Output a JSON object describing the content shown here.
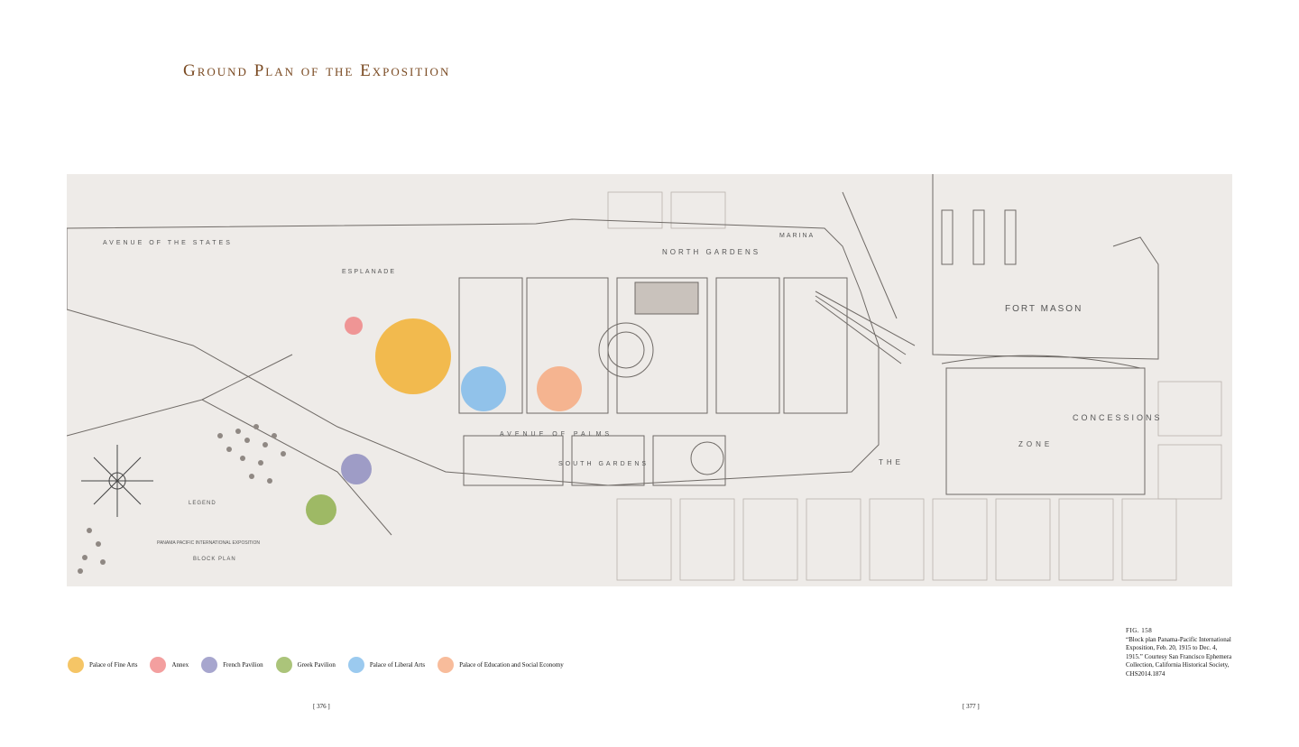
{
  "title": "Ground Plan of the Exposition",
  "map": {
    "labels": {
      "north_gardens": "NORTH GARDENS",
      "fort_mason": "FORT MASON",
      "esplanade": "ESPLANADE",
      "avenue_of_palms": "AVENUE OF PALMS",
      "south_gardens": "SOUTH GARDENS",
      "concessions": "CONCESSIONS",
      "zone": "ZONE",
      "the": "THE",
      "marina": "MARINA",
      "avenue_of_the_states": "AVENUE OF THE STATES",
      "legend": "LEGEND",
      "block_title": "PANAMA PACIFIC INTERNATIONAL EXPOSITION",
      "block_plan": "BLOCK PLAN"
    },
    "markers": [
      {
        "name": "Palace of Fine Arts",
        "color": "#f2b233"
      },
      {
        "name": "Annex",
        "color": "#ef7f7f"
      },
      {
        "name": "French Pavilion",
        "color": "#8a88bd"
      },
      {
        "name": "Greek Pavilion",
        "color": "#8fb04e"
      },
      {
        "name": "Palace of Liberal Arts",
        "color": "#79b8ea"
      },
      {
        "name": "Palace of Education and Social Economy",
        "color": "#f6a679"
      }
    ]
  },
  "legend": {
    "items": [
      {
        "label": "Palace of Fine Arts",
        "color": "#f2b233"
      },
      {
        "label": "Annex",
        "color": "#ef7f7f"
      },
      {
        "label": "French Pavilion",
        "color": "#8a88bd"
      },
      {
        "label": "Greek Pavilion",
        "color": "#8fb04e"
      },
      {
        "label": "Palace of Liberal Arts",
        "color": "#79b8ea"
      },
      {
        "label": "Palace of Education and Social Economy",
        "color": "#f6a679"
      }
    ]
  },
  "caption": {
    "fig_number": "FIG. 158",
    "text": "“Block plan Panama-Pacific International Exposition, Feb. 20, 1915 to Dec. 4, 1915.” Courtesy San Francisco Ephemera Collection, California Historical Society, CHS2014.1874"
  },
  "folios": {
    "left": "[ 376 ]",
    "right": "[ 377 ]"
  }
}
